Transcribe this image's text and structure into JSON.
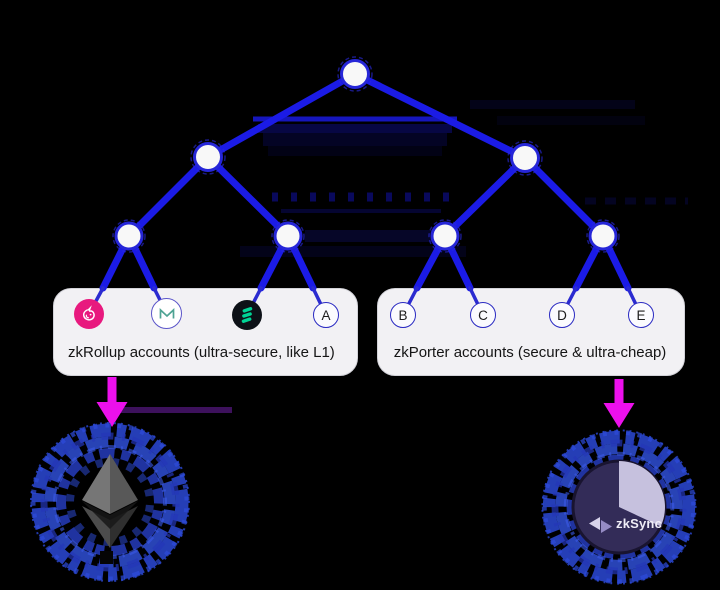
{
  "boxes": {
    "rollup": {
      "label": "zkRollup accounts (ultra-secure, like L1)",
      "leaf_icons": [
        "uniswap-icon",
        "maker-icon",
        "compound-icon"
      ],
      "leaf_letter": "A"
    },
    "porter": {
      "label": "zkPorter accounts (secure & ultra-cheap)",
      "leaf_letters": [
        "B",
        "C",
        "D",
        "E"
      ]
    }
  },
  "zksync": {
    "label": "zkSync"
  },
  "icons": {
    "left_blob": "ethereum-icon",
    "right_blob": "zksync-pie-logo",
    "box_arrows": "down-arrow"
  },
  "colors": {
    "background": "#000000",
    "tree_edge": "#1b1be6",
    "node_fill": "#f8f8f8",
    "node_ring": "#2626d8",
    "arrow_magenta": "#ec10ec",
    "scribble_blue": "#2b49d6",
    "uniswap_pink": "#e8197e",
    "maker_teal": "#4ea393",
    "compound_green": "#00d395",
    "compound_bg": "#0d1117",
    "pie_dark": "#332c58",
    "pie_light": "#c6c1de",
    "box_bg": "#f2f1f4",
    "box_text": "#151515"
  }
}
